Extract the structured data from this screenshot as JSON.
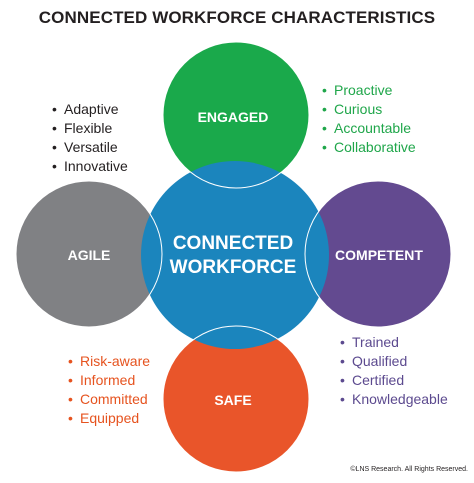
{
  "title": "CONNECTED WORKFORCE CHARACTERISTICS",
  "colors": {
    "engaged": "#1aa94b",
    "agile": "#808184",
    "competent": "#634a90",
    "safe": "#e9552a",
    "center": "#1b85bd",
    "overlap_stroke": "#ffffff"
  },
  "circles": {
    "center": {
      "line1": "CONNECTED",
      "line2": "WORKFORCE"
    },
    "engaged": {
      "label": "ENGAGED"
    },
    "agile": {
      "label": "AGILE"
    },
    "competent": {
      "label": "COMPETENT"
    },
    "safe": {
      "label": "SAFE"
    }
  },
  "lists": {
    "agile": [
      "Adaptive",
      "Flexible",
      "Versatile",
      "Innovative"
    ],
    "engaged": [
      "Proactive",
      "Curious",
      "Accountable",
      "Collaborative"
    ],
    "competent": [
      "Trained",
      "Qualified",
      "Certified",
      "Knowledgeable"
    ],
    "safe": [
      "Risk-aware",
      "Informed",
      "Committed",
      "Equipped"
    ]
  },
  "copyright": "©LNS Research. All Rights Reserved."
}
